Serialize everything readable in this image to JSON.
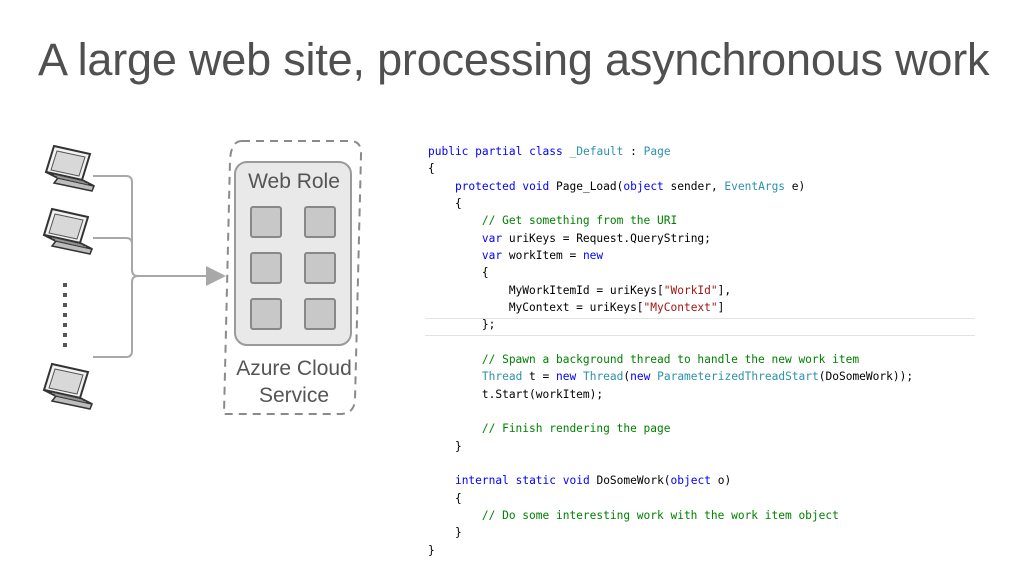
{
  "slide": {
    "title": "A large web site, processing asynchronous work"
  },
  "diagram": {
    "web_role_label": "Web Role",
    "service_label_line1": "Azure Cloud",
    "service_label_line2": "Service",
    "client_icon": "laptop-icon",
    "instance_icon": "square-tile-icon"
  },
  "code": {
    "lines": [
      "public partial class _Default : Page",
      "{",
      "    protected void Page_Load(object sender, EventArgs e)",
      "    {",
      "        // Get something from the URI",
      "        var uriKeys = Request.QueryString;",
      "        var workItem = new",
      "        {",
      "            MyWorkItemId = uriKeys[\"WorkId\"],",
      "            MyContext = uriKeys[\"MyContext\"]",
      "        };",
      "",
      "        // Spawn a background thread to handle the new work item",
      "        Thread t = new Thread(new ParameterizedThreadStart(DoSomeWork));",
      "        t.Start(workItem);",
      "",
      "        // Finish rendering the page",
      "    }",
      "",
      "    internal static void DoSomeWork(object o)",
      "    {",
      "        // Do some interesting work with the work item object",
      "    }",
      "}"
    ]
  },
  "colors": {
    "keyword": "#0000ff",
    "type": "#2b91af",
    "comment": "#008000",
    "string": "#a31515"
  }
}
